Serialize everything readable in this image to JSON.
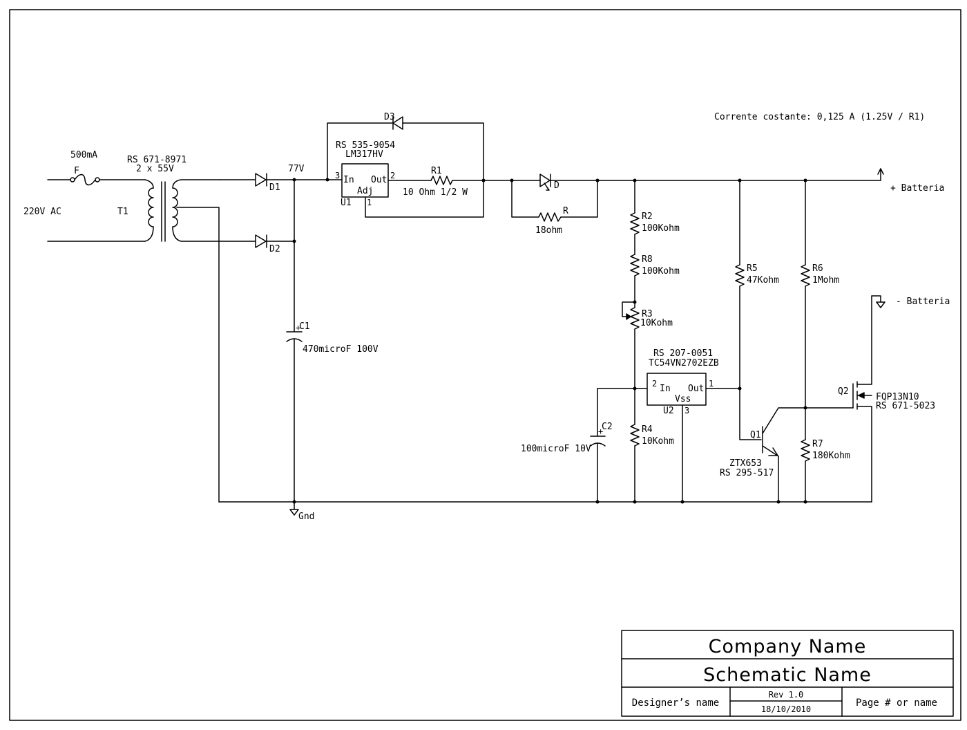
{
  "header": {
    "note": "Corrente costante: 0,125 A (1.25V / R1)"
  },
  "input": {
    "ac_label": "220V AC",
    "fuse_name": "F",
    "fuse_value": "500mA",
    "transformer_name": "T1",
    "transformer_part": "RS 671-8971",
    "transformer_rating": "2 x 55V"
  },
  "rectifier": {
    "d1": "D1",
    "d2": "D2",
    "node_voltage": "77V",
    "c1_name": "C1",
    "c1_value": "470microF 100V",
    "gnd": "Gnd"
  },
  "regulator": {
    "part": "RS 535-9054",
    "model": "LM317HV",
    "name": "U1",
    "pin_in": "In",
    "pin_out": "Out",
    "pin_adj": "Adj",
    "pin3": "3",
    "pin2": "2",
    "pin1": "1",
    "d3": "D3",
    "r1_name": "R1",
    "r1_value": "10 Ohm 1/2 W"
  },
  "indicator": {
    "led_name": "D",
    "r_name": "R",
    "r_value": "18ohm"
  },
  "divider": {
    "r2_name": "R2",
    "r2_value": "100Kohm",
    "r8_name": "R8",
    "r8_value": "100Kohm",
    "r3_name": "R3",
    "r3_value": "10Kohm",
    "r4_name": "R4",
    "r4_value": "10Kohm",
    "c2_name": "C2",
    "c2_value": "100microF 10V"
  },
  "detector": {
    "part": "RS 207-0051",
    "model": "TC54VN2702EZB",
    "name": "U2",
    "pin_in": "In",
    "pin_out": "Out",
    "pin_vss": "Vss",
    "pin2": "2",
    "pin1": "1",
    "pin3": "3"
  },
  "output": {
    "r5_name": "R5",
    "r5_value": "47Kohm",
    "r6_name": "R6",
    "r6_value": "1Mohm",
    "r7_name": "R7",
    "r7_value": "180Kohm",
    "q1_name": "Q1",
    "q1_model": "ZTX653",
    "q1_part": "RS 295-517",
    "q2_name": "Q2",
    "q2_model": "FQP13N10",
    "q2_part": "RS 671-5023",
    "plus": "+ Batteria",
    "minus": "- Batteria"
  },
  "title_block": {
    "company": "Company Name",
    "schematic": "Schematic Name",
    "designer": "Designer’s name",
    "rev": "Rev 1.0",
    "date": "18/10/2010",
    "page": "Page # or name"
  }
}
